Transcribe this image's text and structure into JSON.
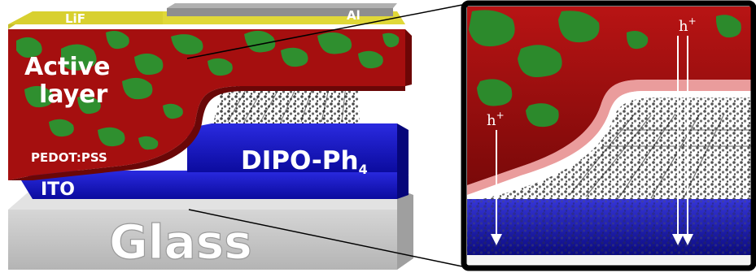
{
  "device": {
    "labels": {
      "top_left": "LiF",
      "top_right": "Al",
      "active_line1": "Active",
      "active_line2": "layer",
      "pedot": "PEDOT:PSS",
      "ito": "ITO",
      "dipo": "DIPO-Ph",
      "dipo_subscript": "4",
      "glass": "Glass"
    }
  },
  "zoom": {
    "hole_label": "h",
    "hole_charge": "+"
  },
  "colors": {
    "gold": "#c9c02a",
    "aluminum": "#8f8f8f",
    "active_red": "#a10f0f",
    "active_green": "#2e8b2e",
    "pedot_red": "#8b1010",
    "ito_blue": "#1414c8",
    "glass_gray": "#c7c7c7",
    "frame_black": "#000000"
  }
}
